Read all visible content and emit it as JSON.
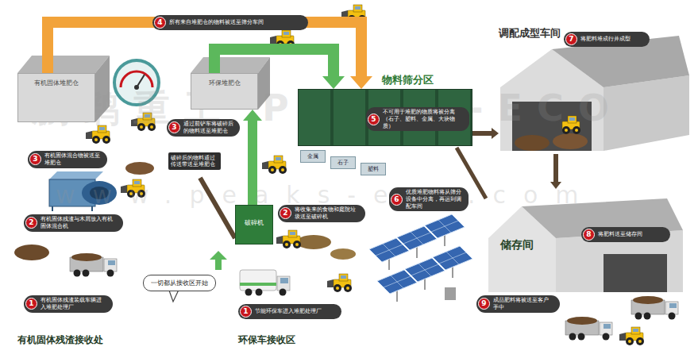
{
  "diagram": {
    "nodes": [
      {
        "text": [
          "有机固体堆肥仓"
        ]
      },
      {
        "text": [
          "4",
          "所有来自堆肥仓的物料被送至筛分车间"
        ]
      },
      {
        "text": [
          "环保堆肥仓"
        ]
      },
      {
        "text": [
          "调配成型车间"
        ]
      },
      {
        "text": [
          "7",
          "将肥料堆成行并成型"
        ],
        "in": 3
      },
      {
        "text": [
          "物料筛分区"
        ]
      },
      {
        "text": [
          "5",
          "不可用于堆肥的物质将被分离（石子、塑料、金属、大块物质）"
        ],
        "in": 5
      },
      {
        "text": [
          "金属"
        ],
        "in": 5
      },
      {
        "text": [
          "石子"
        ],
        "in": 5
      },
      {
        "text": [
          "塑料"
        ],
        "in": 5
      },
      {
        "text": [
          "3",
          "通过前铲车将破碎后的物料送至堆肥仓"
        ]
      },
      {
        "text": [
          "3",
          "有机固体混合物被送至堆肥仓"
        ]
      },
      {
        "text": [
          "破碎后的物料通过传送带送至堆肥仓"
        ]
      },
      {
        "text": [
          "破碎机"
        ]
      },
      {
        "text": [
          "6",
          "优质堆肥物料将从筛分设备中分离，再运到调配车间"
        ]
      },
      {
        "text": [
          "储存间"
        ]
      },
      {
        "text": [
          "8",
          "将肥料送至储存间"
        ],
        "in": 15
      },
      {
        "text": [
          "2",
          "有机固体残渣与木屑放入有机固体混合机"
        ]
      },
      {
        "text": [
          "2",
          "将收集来的食物和庭院垃圾送至破碎机"
        ]
      },
      {
        "text": [
          "一切都从接收区开始"
        ]
      },
      {
        "text": [
          "9",
          "成品肥料将被送至客户手中"
        ]
      },
      {
        "text": [
          "1",
          "有机固体残渣装载车辆进入堆肥处理厂"
        ]
      },
      {
        "text": [
          "1",
          "节能环保车进入堆肥处理厂"
        ]
      }
    ],
    "edges": [
      {
        "from": 0,
        "to": 5,
        "arrow": "to"
      },
      {
        "from": 2,
        "to": 5,
        "arrow": "to"
      },
      {
        "from": 5,
        "to": 3,
        "arrow": "to"
      },
      {
        "from": 3,
        "to": 15,
        "arrow": "to"
      },
      {
        "from": 13,
        "to": 2,
        "arrow": "to"
      }
    ],
    "labels": [
      "有机固体残渣接收处",
      "环保车接收区",
      "鹏鹞重工 PEAKS-ECO",
      "www.peaks-eco.com"
    ]
  }
}
